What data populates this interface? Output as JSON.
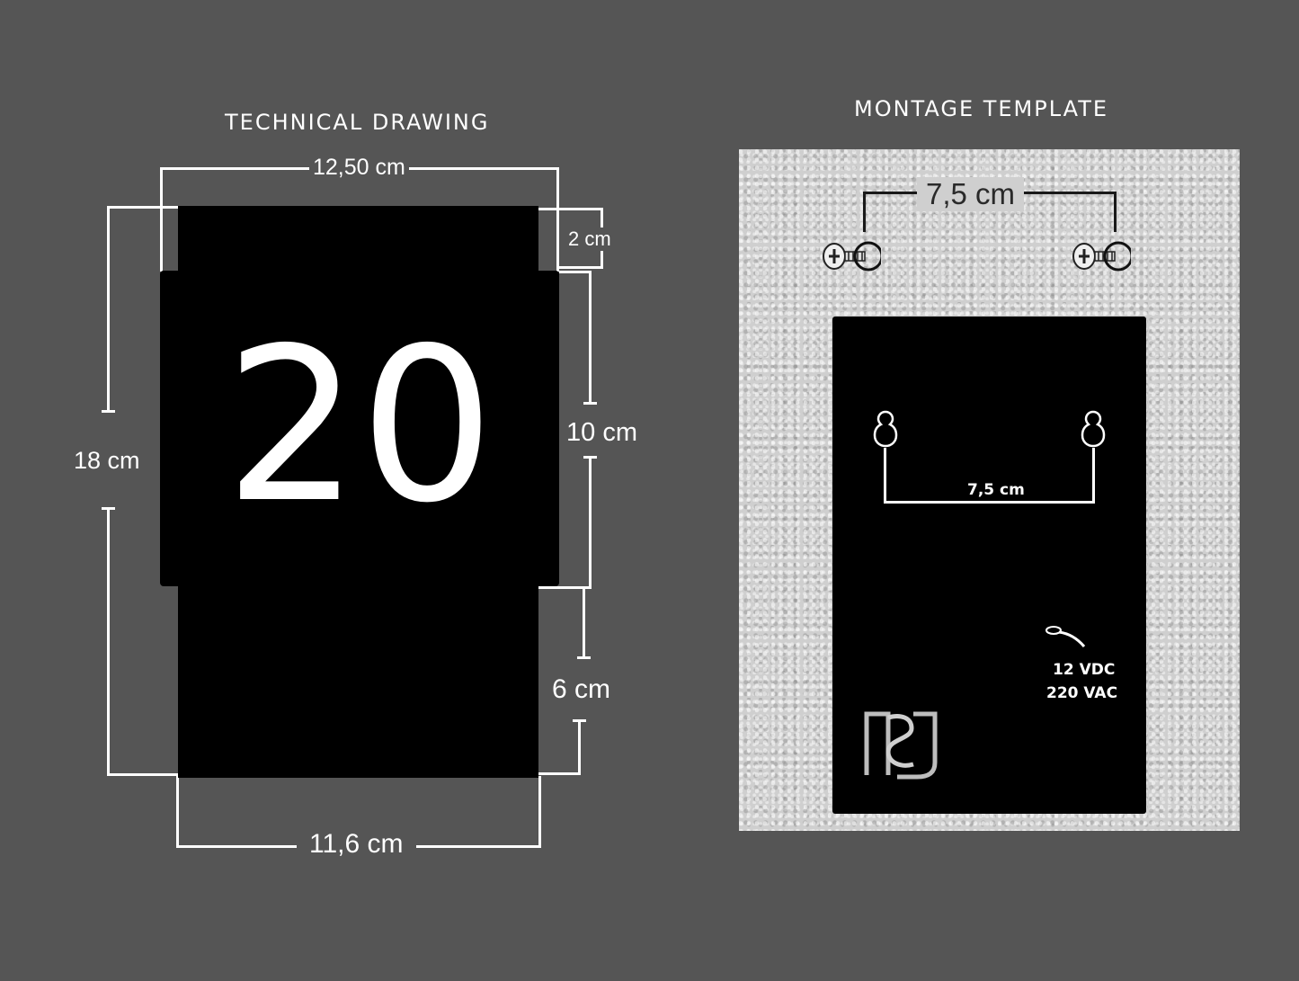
{
  "technical_drawing": {
    "title": "TECHNICAL DRAWING",
    "house_number": "20",
    "dimensions": {
      "top_width": "12,50 cm",
      "top_offset": "2 cm",
      "total_height": "18 cm",
      "front_height": "10 cm",
      "bottom_height": "6 cm",
      "bottom_width": "11,6 cm"
    }
  },
  "montage_template": {
    "title": "MONTAGE TEMPLATE",
    "screw_spacing": "7,5 cm",
    "keyhole_spacing": "7,5 cm",
    "power_line_1": "12 VDC",
    "power_line_2": "220 VAC",
    "logo_icon": "ns-logo-icon"
  },
  "colors": {
    "background": "#555555",
    "sign": "#000000",
    "lines": "#ffffff",
    "wall": "#cfcfcf"
  }
}
